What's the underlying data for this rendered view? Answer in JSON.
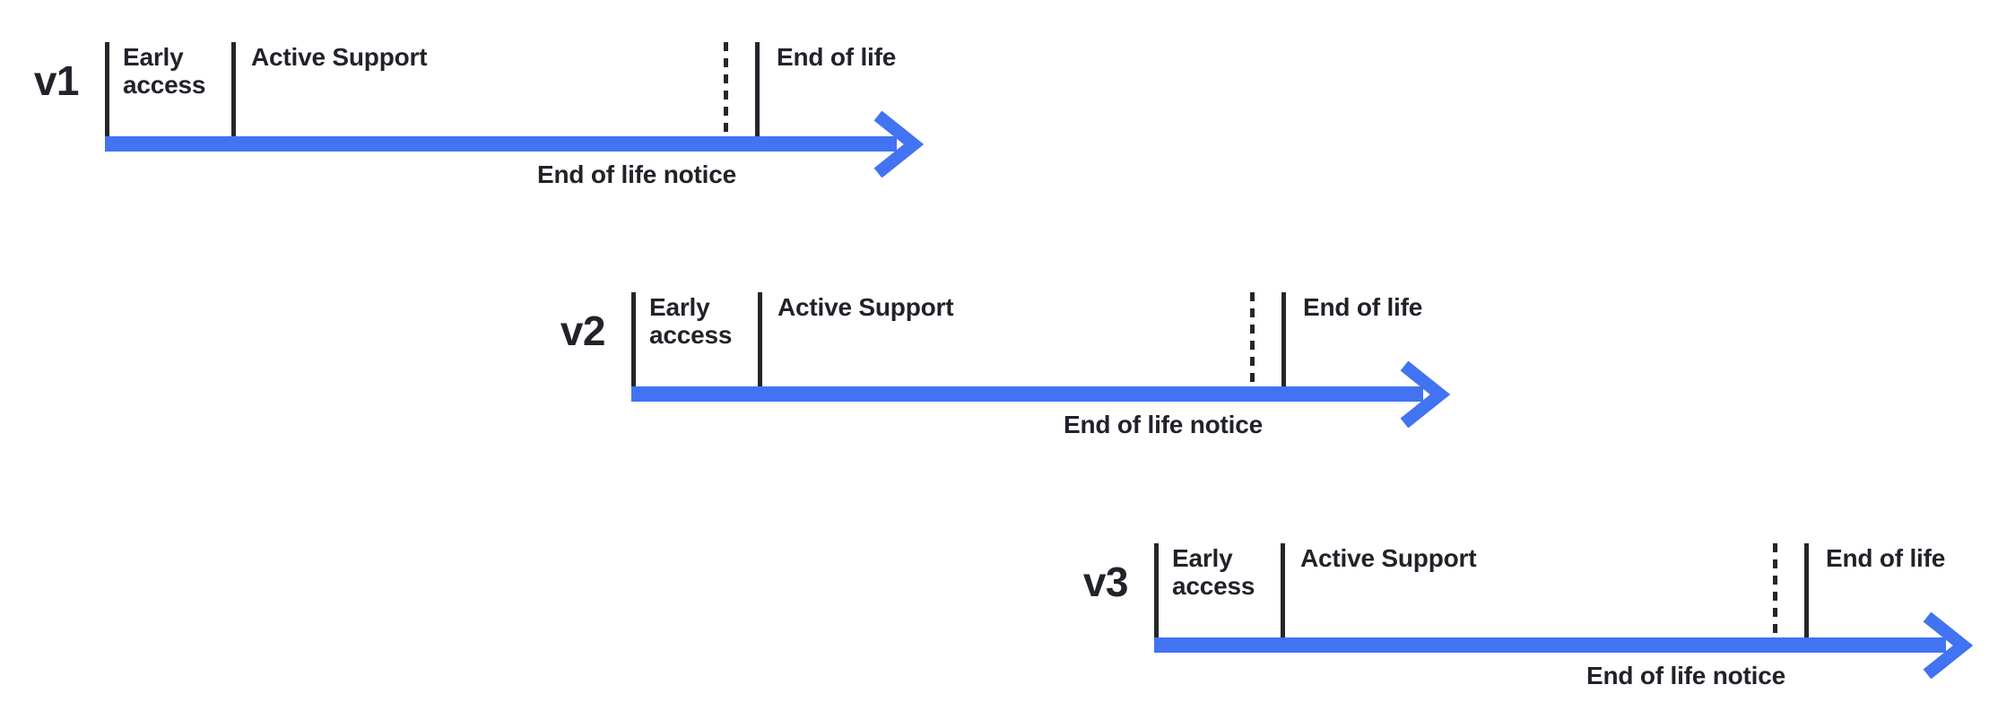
{
  "diagram": {
    "colors": {
      "arrow": "#4173F2",
      "line": "#24262B",
      "text": "#202329",
      "background": "#FFFFFF"
    },
    "timelines": [
      {
        "version": "v1",
        "labels": {
          "early_access": "Early access",
          "active_support": "Active Support",
          "end_of_life": "End of life",
          "end_of_life_notice": "End of life notice"
        }
      },
      {
        "version": "v2",
        "labels": {
          "early_access": "Early access",
          "active_support": "Active Support",
          "end_of_life": "End of life",
          "end_of_life_notice": "End of life notice"
        }
      },
      {
        "version": "v3",
        "labels": {
          "early_access": "Early access",
          "active_support": "Active Support",
          "end_of_life": "End of life",
          "end_of_life_notice": "End of life notice"
        }
      }
    ]
  }
}
